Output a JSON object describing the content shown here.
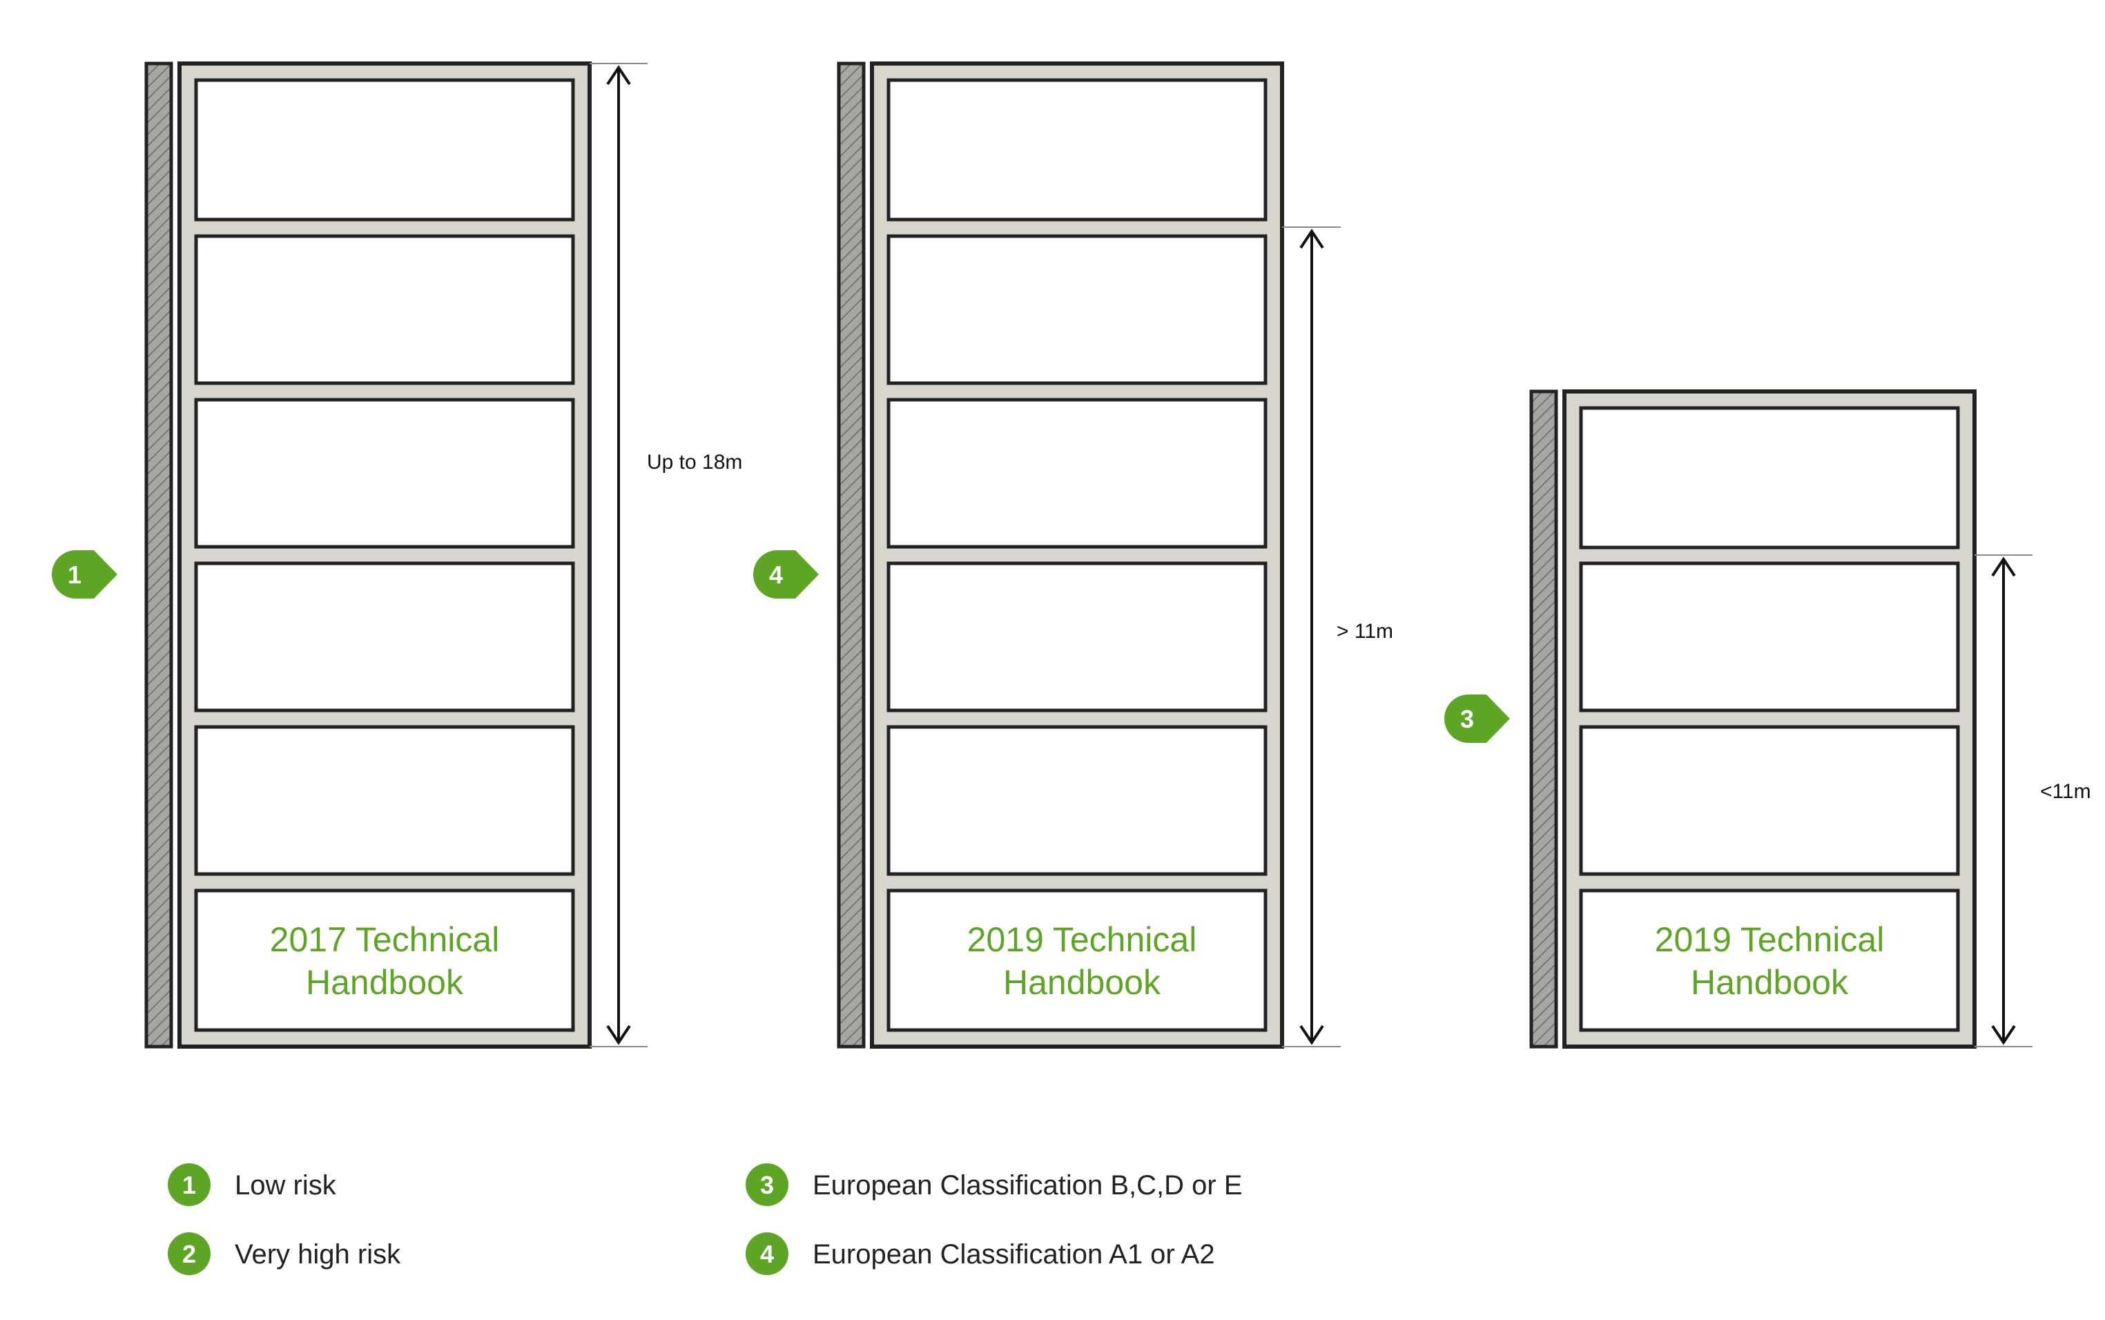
{
  "accent_color": "#5ea526",
  "frame_color": "#d9d6d0",
  "buildings": [
    {
      "handbook_line1": "2017 Technical",
      "handbook_line2": "Handbook",
      "marker": "1",
      "dimension": "Up to 18m",
      "floors": 6
    },
    {
      "handbook_line1": "2019 Technical",
      "handbook_line2": "Handbook",
      "marker": "4",
      "dimension": "> 11m",
      "floors": 6
    },
    {
      "handbook_line1": "2019 Technical",
      "handbook_line2": "Handbook",
      "marker": "3",
      "dimension": "<11m",
      "floors": 4
    }
  ],
  "legend": [
    {
      "number": "1",
      "label": "Low risk"
    },
    {
      "number": "2",
      "label": "Very high risk"
    },
    {
      "number": "3",
      "label": "European Classification B,C,D or E"
    },
    {
      "number": "4",
      "label": "European Classification A1 or A2"
    }
  ]
}
